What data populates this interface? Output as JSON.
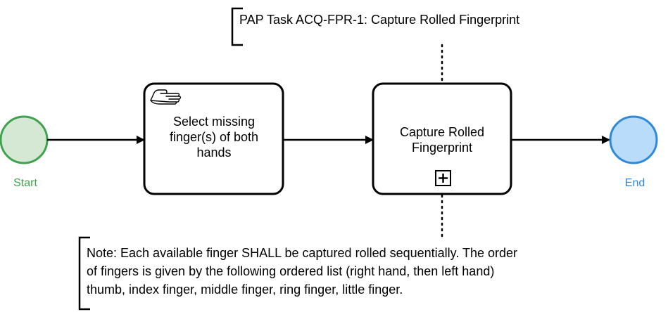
{
  "colors": {
    "start_fill": "#d5e8d4",
    "start_stroke": "#3fa34d",
    "end_fill": "#b9dcfa",
    "end_stroke": "#2f88d8",
    "line": "#000000"
  },
  "diagram": {
    "start_event": {
      "label": "Start"
    },
    "end_event": {
      "label": "End"
    },
    "task_select": {
      "icon": "manual-hand-icon",
      "label": "Select missing finger(s) of both hands"
    },
    "task_capture": {
      "icon": "subprocess-plus-icon",
      "label": "Capture Rolled Fingerprint"
    },
    "annotation_top": {
      "text": "PAP Task ACQ-FPR-1: Capture Rolled Fingerprint"
    },
    "annotation_note": {
      "lines": [
        "Note: Each available finger SHALL be captured rolled sequentially. The order",
        "of fingers is given by the following ordered list (right hand, then left hand)",
        "thumb, index finger, middle finger, ring finger, little finger."
      ]
    }
  }
}
